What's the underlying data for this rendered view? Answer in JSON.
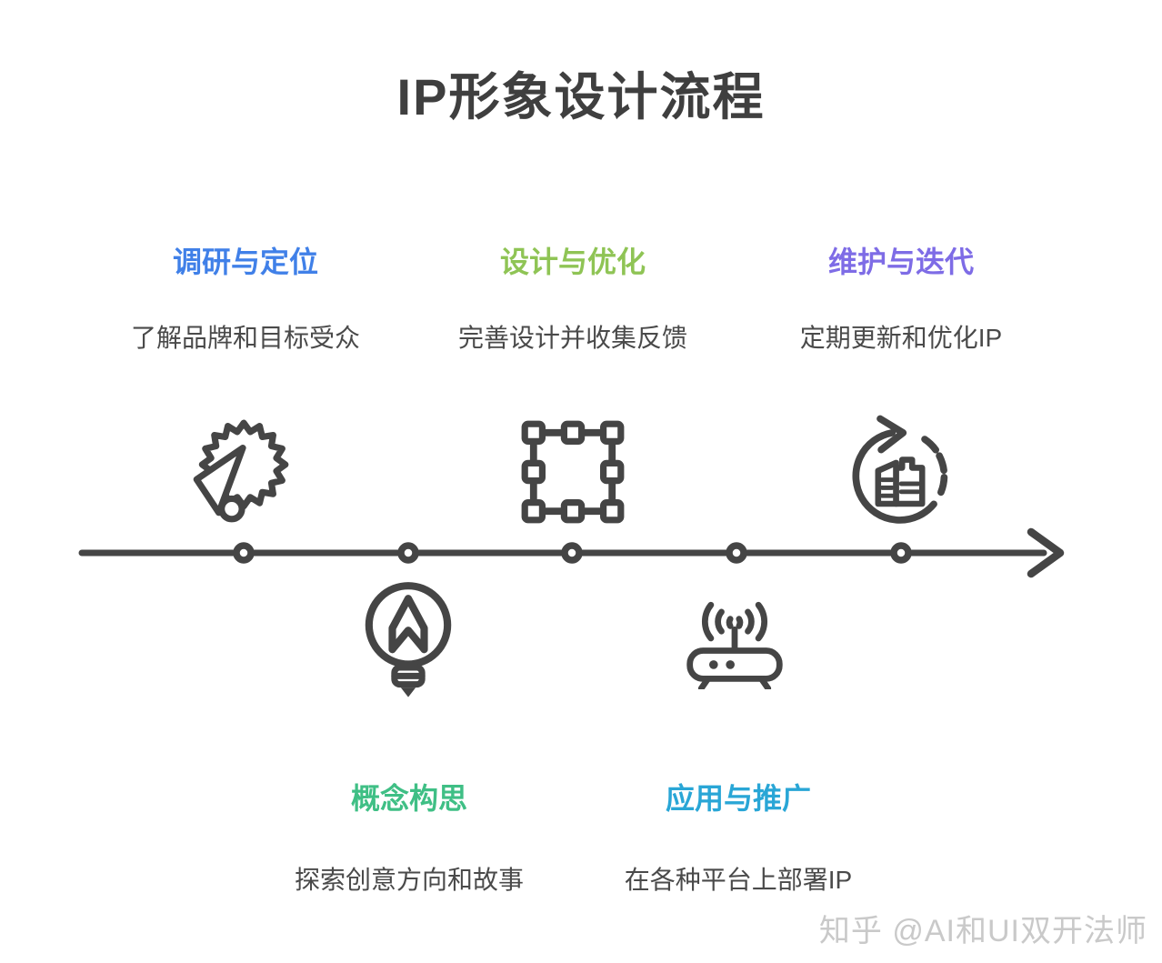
{
  "title": "IP形象设计流程",
  "stages": [
    {
      "label": "调研与定位",
      "desc": "了解品牌和目标受众",
      "color": "#4080e8",
      "side": "top",
      "icon": "megaphone-burst-icon"
    },
    {
      "label": "概念构思",
      "desc": "探索创意方向和故事",
      "color": "#3fbf85",
      "side": "bottom",
      "icon": "lightbulb-pencil-icon"
    },
    {
      "label": "设计与优化",
      "desc": "完善设计并收集反馈",
      "color": "#8fc455",
      "side": "top",
      "icon": "artboard-frame-icon"
    },
    {
      "label": "应用与推广",
      "desc": "在各种平台上部署IP",
      "color": "#29a6d6",
      "side": "bottom",
      "icon": "wifi-router-icon"
    },
    {
      "label": "维护与迭代",
      "desc": "定期更新和优化IP",
      "color": "#7e6ce6",
      "side": "top",
      "icon": "refresh-cycle-building-icon"
    }
  ],
  "timeline": {
    "direction": "left-to-right",
    "node_count": 5
  },
  "watermark": "知乎 @AI和UI双开法师",
  "colors": {
    "ink": "#454545",
    "title": "#3f3f3f",
    "description": "#4a4a4a",
    "watermark": "#c9c9c9",
    "background": "#ffffff"
  }
}
